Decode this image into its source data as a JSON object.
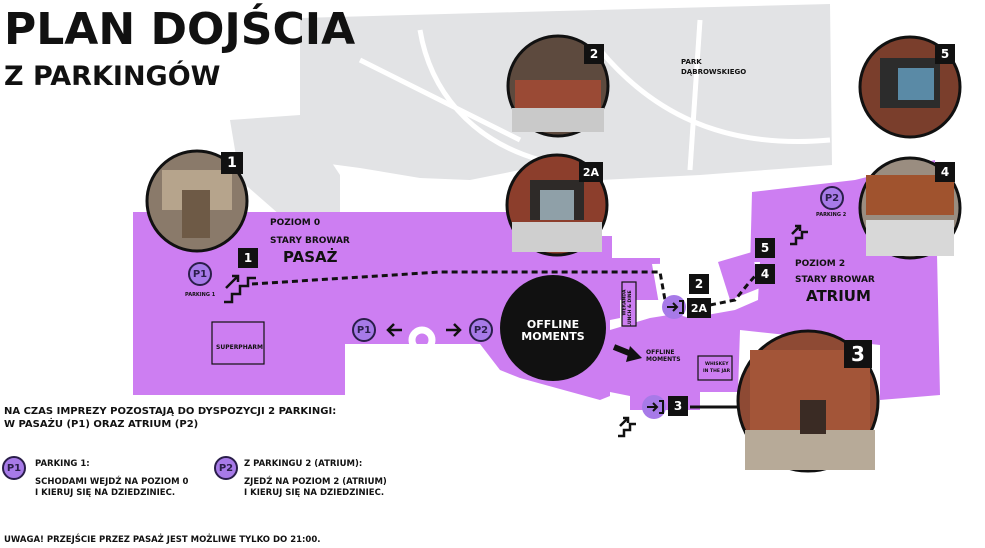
{
  "title": {
    "line1": "PLAN DOJŚCIA",
    "line2": "Z PARKINGÓW"
  },
  "map": {
    "park_label_1": "PARK",
    "park_label_2": "DĄBROWSKIEGO",
    "poziom0": "POZIOM 0",
    "stary_browar_left": "STARY BROWAR",
    "pasaz": "PASAŻ",
    "poziom2": "POZIOM 2",
    "stary_browar_right": "STARY BROWAR",
    "atrium": "ATRIUM",
    "superpharm": "SUPERPHARM",
    "offline_moments_1": "OFFLINE",
    "offline_moments_2": "MOMENTS",
    "offline_small_1": "OFFLINE",
    "offline_small_2": "MOMENTS",
    "whiskey_1": "WHISKEY",
    "whiskey_2": "IN THE JAR",
    "weranda_1": "WERANDA",
    "weranda_2": "LUNCH & DINE",
    "parking1_caption": "PARKING 1",
    "parking2_caption": "PARKING 2",
    "p1": "P1",
    "p2": "P2"
  },
  "markers": [
    "1",
    "2",
    "2A",
    "3",
    "4",
    "5"
  ],
  "colors": {
    "building": "#cd7ef2",
    "park": "#e2e3e5",
    "dark": "#111111",
    "badge": "#a77ae8"
  },
  "info": {
    "heading_1": "NA CZAS IMPREZY POZOSTAJĄ DO DYSPOZYCJI 2 PARKINGI:",
    "heading_2": "W PASAŻU (P1) ORAZ ATRIUM (P2)",
    "p1_title": "PARKING 1:",
    "p1_desc_1": "SCHODAMI WEJDŹ NA POZIOM 0",
    "p1_desc_2": "I KIERUJ SIĘ NA DZIEDZINIEC.",
    "p2_title": "Z PARKINGU 2 (ATRIUM):",
    "p2_desc_1": "ZJEDŹ NA POZIOM 2 (ATRIUM)",
    "p2_desc_2": "I KIERUJ SIĘ NA DZIEDZINIEC.",
    "warning": "UWAGA! PRZEJŚCIE PRZEZ PASAŻ JEST MOŻLIWE TYLKO DO 21:00."
  }
}
